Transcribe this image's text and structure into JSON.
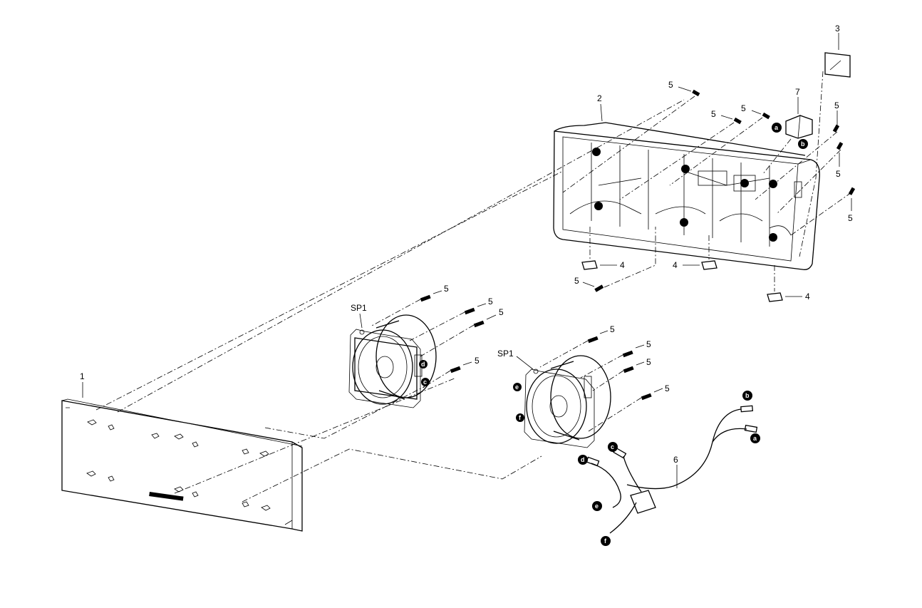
{
  "callouts": {
    "front_panel": "1",
    "cabinet": "2",
    "label_sheet": "3",
    "foot": "4",
    "screw": "5",
    "wire_harness": "6",
    "terminal_block": "7",
    "speaker": "SP1"
  },
  "connectors": {
    "a": "a",
    "b": "b",
    "c": "c",
    "d": "d",
    "e": "e",
    "f": "f"
  }
}
